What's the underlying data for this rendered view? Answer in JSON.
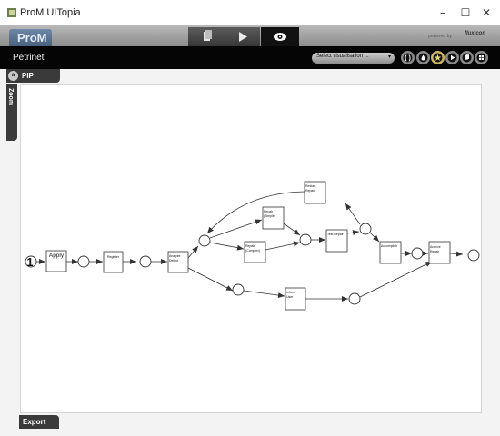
{
  "window": {
    "title": "ProM UITopia",
    "minimize_glyph": "–",
    "maximize_glyph": "☐",
    "close_glyph": "✕"
  },
  "toolbar": {
    "logo_text": "ProM",
    "powered_by": "powered by",
    "brand": "fluxicon",
    "tabs": [
      {
        "name": "workspace",
        "icon": "documents-icon",
        "selected": false
      },
      {
        "name": "actions",
        "icon": "play-icon",
        "selected": false
      },
      {
        "name": "views",
        "icon": "eye-icon",
        "selected": true
      }
    ]
  },
  "header": {
    "title": "Petrinet",
    "visualisation_select": {
      "value": "Select visualisation ...",
      "arrow": "▾"
    },
    "buttons": [
      "info-icon",
      "drop-icon",
      "star-icon",
      "play-icon",
      "copy-icon",
      "grid-icon"
    ]
  },
  "side": {
    "pip_label": "PIP",
    "pip_badge": "a",
    "zoom_label": "Zoom",
    "export_label": "Export"
  },
  "petri_net": {
    "initial_tokens": "1",
    "transitions": {
      "apply": "Apply",
      "register": "Register",
      "analyze": [
        "Analyze",
        "Defect"
      ],
      "repair_simple": [
        "Repair",
        "(Simple)"
      ],
      "repair_complex": [
        "Repair",
        "(Complex)"
      ],
      "restart_repair": [
        "Restart",
        "Repair"
      ],
      "test_repair": "Test Repair",
      "inform_user": [
        "Inform",
        "User"
      ],
      "archive_repair": [
        "Archive",
        "Repair"
      ],
      "accomplish": "Accomplish"
    }
  },
  "colors": {
    "title_bar": "#ffffff",
    "header_bg": "#050505",
    "tab_selected": "#111111",
    "logo": "#5a7392",
    "star_button": "#c8b55c"
  }
}
